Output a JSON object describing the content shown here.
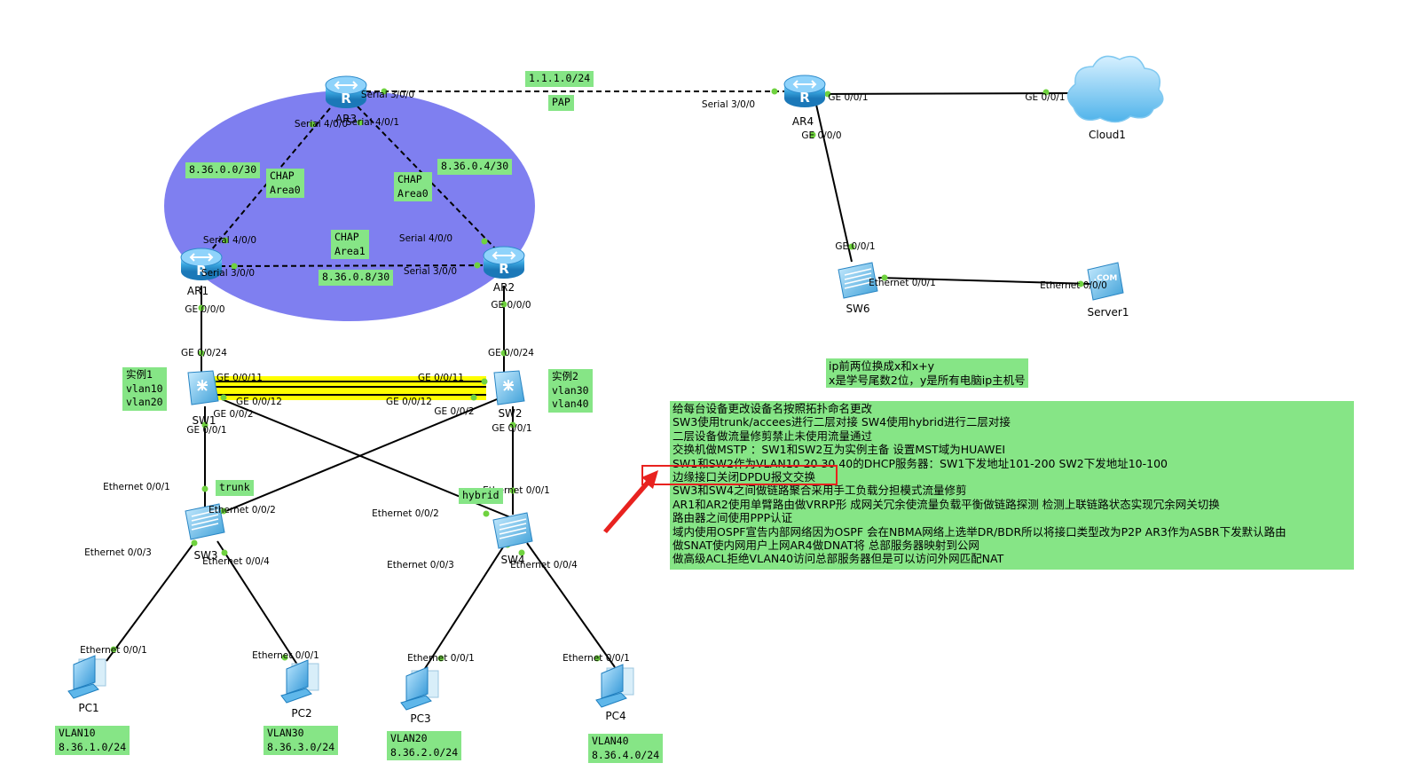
{
  "colors": {
    "area_fill": "#7f7ff0",
    "label_bg": "#86e586",
    "link": "#000000",
    "port_dot": "#6fd23f",
    "highlight": "#e8221f",
    "etrunk": "#ffff00",
    "device": "#3aa7e0"
  },
  "devices": {
    "ar1": {
      "name": "AR1",
      "icon": "router-icon"
    },
    "ar2": {
      "name": "AR2",
      "icon": "router-icon"
    },
    "ar3": {
      "name": "AR3",
      "icon": "router-icon"
    },
    "ar4": {
      "name": "AR4",
      "icon": "router-icon"
    },
    "sw1": {
      "name": "SW1",
      "icon": "l3-switch-icon"
    },
    "sw2": {
      "name": "SW2",
      "icon": "l3-switch-icon"
    },
    "sw3": {
      "name": "SW3",
      "icon": "switch-icon"
    },
    "sw4": {
      "name": "SW4",
      "icon": "switch-icon"
    },
    "sw6": {
      "name": "SW6",
      "icon": "switch-icon"
    },
    "pc1": {
      "name": "PC1",
      "icon": "pc-icon"
    },
    "pc2": {
      "name": "PC2",
      "icon": "pc-icon"
    },
    "pc3": {
      "name": "PC3",
      "icon": "pc-icon"
    },
    "pc4": {
      "name": "PC4",
      "icon": "pc-icon"
    },
    "cloud1": {
      "name": "Cloud1",
      "icon": "cloud-icon"
    },
    "server1": {
      "name": "Server1",
      "icon": "server-icon",
      "badge": ".COM"
    }
  },
  "ports": {
    "ar3_s300": "Serial 3/0/0",
    "ar3_s400": "Serial 4/0/0",
    "ar3_s401": "Serial 4/0/1",
    "ar4_s300": "Serial 3/0/0",
    "ar4_ge001": "GE 0/0/1",
    "ar4_ge000": "GE 0/0/0",
    "cloud_ge001": "GE 0/0/1",
    "ar1_s400": "Serial 4/0/0",
    "ar1_s300": "Serial 3/0/0",
    "ar1_ge000": "GE 0/0/0",
    "ar2_s400": "Serial 4/0/0",
    "ar2_s300": "Serial 3/0/0",
    "ar2_ge000": "GE 0/0/0",
    "sw6_ge001": "GE 0/0/1",
    "sw6_e001": "Ethernet 0/0/1",
    "server_e000": "Ethernet 0/0/0",
    "sw1_ge0024": "GE 0/0/24",
    "sw1_ge0011": "GE 0/0/11",
    "sw1_ge0012": "GE 0/0/12",
    "sw1_ge002": "GE 0/0/2",
    "sw1_ge001": "GE 0/0/1",
    "sw2_ge0024": "GE 0/0/24",
    "sw2_ge0011": "GE 0/0/11",
    "sw2_ge0012": "GE 0/0/12",
    "sw2_ge002": "GE 0/0/2",
    "sw2_ge001": "GE 0/0/1",
    "sw3_e001": "Ethernet 0/0/1",
    "sw3_e002": "Ethernet 0/0/2",
    "sw3_e003": "Ethernet 0/0/3",
    "sw3_e004": "Ethernet 0/0/4",
    "sw4_e001": "Ethernet 0/0/1",
    "sw4_e002": "Ethernet 0/0/2",
    "sw4_e003": "Ethernet 0/0/3",
    "sw4_e004": "Ethernet 0/0/4",
    "pc1_e001": "Ethernet 0/0/1",
    "pc2_e001": "Ethernet 0/0/1",
    "pc3_e001": "Ethernet 0/0/1",
    "pc4_e001": "Ethernet 0/0/1"
  },
  "labels": {
    "wan_net": "1.1.1.0/24",
    "pap": "PAP",
    "net_ar1_ar3": "8.36.0.0/30",
    "chap_area0_left": [
      "CHAP",
      "Area0"
    ],
    "net_ar2_ar3": "8.36.0.4/30",
    "chap_area0_right": [
      "CHAP",
      "Area0"
    ],
    "chap_area1": [
      "CHAP",
      "Area1"
    ],
    "net_ar1_ar2": "8.36.0.8/30",
    "instance1": [
      "实例1",
      "vlan10",
      "vlan20"
    ],
    "instance2": [
      "实例2",
      "vlan30",
      "vlan40"
    ],
    "trunk": "trunk",
    "hybrid": "hybrid",
    "pc1_net": [
      "VLAN10",
      "8.36.1.0/24"
    ],
    "pc2_net": [
      "VLAN30",
      "8.36.3.0/24"
    ],
    "pc3_net": [
      "VLAN20",
      "8.36.2.0/24"
    ],
    "pc4_net": [
      "VLAN40",
      "8.36.4.0/24"
    ]
  },
  "hint": [
    "ip前两位换成x和x+y",
    "x是学号尾数2位，y是所有电脑ip主机号"
  ],
  "notes": [
    "给每台设备更改设备名按照拓扑命名更改",
    "SW3使用trunk/accees进行二层对接      SW4使用hybrid进行二层对接",
    "二层设备做流量修剪禁止未使用流量通过",
    "交换机做MSTP ：SW1和SW2互为实例主备   设置MST域为HUAWEI",
    "SW1和SW2作为VLAN10 20 30 40的DHCP服务器：SW1下发地址101-200    SW2下发地址10-100",
    "边缘接口关闭DPDU报文交换",
    "SW3和SW4之间做链路聚合采用手工负载分担模式流量修剪",
    "AR1和AR2使用单臂路由做VRRP形 成网关冗余使流量负载平衡做链路探测 检测上联链路状态实现冗余网关切换",
    "路由器之间使用PPP认证",
    "域内使用OSPF宣告内部网络因为OSPF 会在NBMA网络上选举DR/BDR所以将接口类型改为P2P AR3作为ASBR下发默认路由",
    "做SNAT使内网用户上网AR4做DNAT将 总部服务器映射到公网",
    "做高级ACL拒绝VLAN40访问总部服务器但是可以访问外网匹配NAT"
  ]
}
